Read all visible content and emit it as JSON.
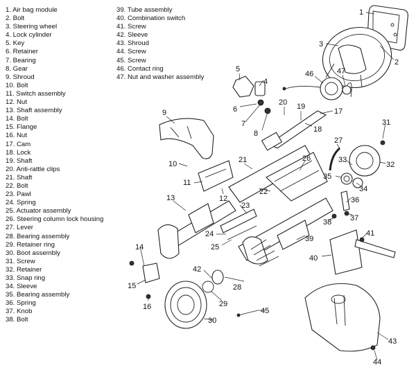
{
  "legend": [
    {
      "num": "1",
      "name": "Air bag module"
    },
    {
      "num": "2",
      "name": "Bolt"
    },
    {
      "num": "3",
      "name": "Steering wheel"
    },
    {
      "num": "4",
      "name": "Lock cylinder"
    },
    {
      "num": "5",
      "name": "Key"
    },
    {
      "num": "6",
      "name": "Retainer"
    },
    {
      "num": "7",
      "name": "Bearing"
    },
    {
      "num": "8",
      "name": "Gear"
    },
    {
      "num": "9",
      "name": "Shroud"
    },
    {
      "num": "10",
      "name": "Bolt"
    },
    {
      "num": "11",
      "name": "Switch assembly"
    },
    {
      "num": "12",
      "name": "Nut"
    },
    {
      "num": "13",
      "name": "Shaft assembly"
    },
    {
      "num": "14",
      "name": "Bolt"
    },
    {
      "num": "15",
      "name": "Flange"
    },
    {
      "num": "16",
      "name": "Nut"
    },
    {
      "num": "17",
      "name": "Cam"
    },
    {
      "num": "18",
      "name": "Lock"
    },
    {
      "num": "19",
      "name": "Shaft"
    },
    {
      "num": "20",
      "name": "Anti-rattle clips"
    },
    {
      "num": "21",
      "name": "Shaft"
    },
    {
      "num": "22",
      "name": "Bolt"
    },
    {
      "num": "23",
      "name": "Pawl"
    },
    {
      "num": "24",
      "name": "Spring"
    },
    {
      "num": "25",
      "name": "Actuator assembly"
    },
    {
      "num": "26",
      "name": "Steering column lock housing"
    },
    {
      "num": "27",
      "name": "Lever"
    },
    {
      "num": "28",
      "name": "Bearing assembly"
    },
    {
      "num": "29",
      "name": "Retainer ring"
    },
    {
      "num": "30",
      "name": "Boot assembly"
    },
    {
      "num": "31",
      "name": "Screw"
    },
    {
      "num": "32",
      "name": "Retainer"
    },
    {
      "num": "33",
      "name": "Snap ring"
    },
    {
      "num": "34",
      "name": "Sleeve"
    },
    {
      "num": "35",
      "name": "Bearing assembly"
    },
    {
      "num": "36",
      "name": "Spring"
    },
    {
      "num": "37",
      "name": "Knob"
    },
    {
      "num": "38",
      "name": "Bolt"
    },
    {
      "num": "39",
      "name": "Tube assembly"
    },
    {
      "num": "40",
      "name": "Combination switch"
    },
    {
      "num": "41",
      "name": "Screw"
    },
    {
      "num": "42",
      "name": "Sleeve"
    },
    {
      "num": "43",
      "name": "Shroud"
    },
    {
      "num": "44",
      "name": "Screw"
    },
    {
      "num": "45",
      "name": "Screw"
    },
    {
      "num": "46",
      "name": "Contact ring"
    },
    {
      "num": "47",
      "name": "Nut and washer assembly"
    }
  ],
  "callouts": [
    {
      "id": "1",
      "label": "1"
    },
    {
      "id": "2",
      "label": "2"
    },
    {
      "id": "3",
      "label": "3"
    },
    {
      "id": "4",
      "label": "4"
    },
    {
      "id": "5",
      "label": "5"
    },
    {
      "id": "6",
      "label": "6"
    },
    {
      "id": "7",
      "label": "7"
    },
    {
      "id": "8",
      "label": "8"
    },
    {
      "id": "9",
      "label": "9"
    },
    {
      "id": "10",
      "label": "10"
    },
    {
      "id": "11",
      "label": "11"
    },
    {
      "id": "12",
      "label": "12"
    },
    {
      "id": "13",
      "label": "13"
    },
    {
      "id": "14",
      "label": "14"
    },
    {
      "id": "15",
      "label": "15"
    },
    {
      "id": "16",
      "label": "16"
    },
    {
      "id": "17",
      "label": "17"
    },
    {
      "id": "18",
      "label": "18"
    },
    {
      "id": "19",
      "label": "19"
    },
    {
      "id": "20",
      "label": "20"
    },
    {
      "id": "21",
      "label": "21"
    },
    {
      "id": "22",
      "label": "22"
    },
    {
      "id": "23",
      "label": "23"
    },
    {
      "id": "24",
      "label": "24"
    },
    {
      "id": "25",
      "label": "25"
    },
    {
      "id": "26",
      "label": "26"
    },
    {
      "id": "27",
      "label": "27"
    },
    {
      "id": "28",
      "label": "28"
    },
    {
      "id": "29",
      "label": "29"
    },
    {
      "id": "30",
      "label": "30"
    },
    {
      "id": "31",
      "label": "31"
    },
    {
      "id": "32",
      "label": "32"
    },
    {
      "id": "33",
      "label": "33"
    },
    {
      "id": "34",
      "label": "34"
    },
    {
      "id": "35",
      "label": "35"
    },
    {
      "id": "36",
      "label": "36"
    },
    {
      "id": "37",
      "label": "37"
    },
    {
      "id": "38",
      "label": "38"
    },
    {
      "id": "39",
      "label": "39"
    },
    {
      "id": "40",
      "label": "40"
    },
    {
      "id": "41",
      "label": "41"
    },
    {
      "id": "42",
      "label": "42"
    },
    {
      "id": "43",
      "label": "43"
    },
    {
      "id": "44",
      "label": "44"
    },
    {
      "id": "45",
      "label": "45"
    },
    {
      "id": "46",
      "label": "46"
    },
    {
      "id": "47",
      "label": "47"
    }
  ]
}
